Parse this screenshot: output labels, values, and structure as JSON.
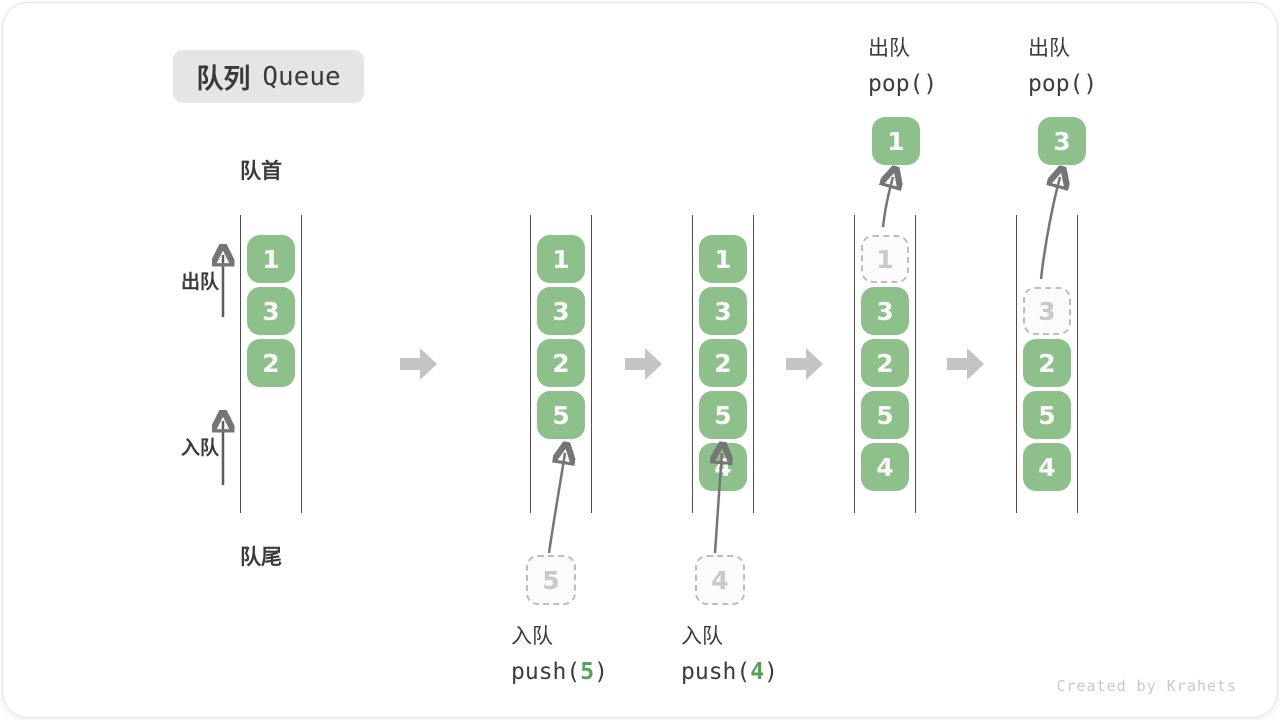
{
  "title": {
    "zh": "队列",
    "en": "Queue"
  },
  "labels": {
    "front": "队首",
    "rear": "队尾",
    "dequeue": "出队",
    "enqueue": "入队"
  },
  "operations": {
    "push5": {
      "action": "入队",
      "code_before": "push(",
      "arg": "5",
      "code_after": ")",
      "incoming_value": "5"
    },
    "push4": {
      "action": "入队",
      "code_before": "push(",
      "arg": "4",
      "code_after": ")",
      "incoming_value": "4"
    },
    "pop1": {
      "action": "出队",
      "code": "pop()",
      "popped_value": "1"
    },
    "pop3": {
      "action": "出队",
      "code": "pop()",
      "popped_value": "3"
    }
  },
  "queues": [
    {
      "name": "state-1-initial",
      "cells": [
        {
          "slot": 0,
          "value": "1",
          "style": "solid"
        },
        {
          "slot": 1,
          "value": "3",
          "style": "solid"
        },
        {
          "slot": 2,
          "value": "2",
          "style": "solid"
        }
      ]
    },
    {
      "name": "state-2-after-push5",
      "cells": [
        {
          "slot": 0,
          "value": "1",
          "style": "solid"
        },
        {
          "slot": 1,
          "value": "3",
          "style": "solid"
        },
        {
          "slot": 2,
          "value": "2",
          "style": "solid"
        },
        {
          "slot": 3,
          "value": "5",
          "style": "solid"
        }
      ]
    },
    {
      "name": "state-3-after-push4",
      "cells": [
        {
          "slot": 0,
          "value": "1",
          "style": "solid"
        },
        {
          "slot": 1,
          "value": "3",
          "style": "solid"
        },
        {
          "slot": 2,
          "value": "2",
          "style": "solid"
        },
        {
          "slot": 3,
          "value": "5",
          "style": "solid"
        },
        {
          "slot": 4,
          "value": "4",
          "style": "solid"
        }
      ]
    },
    {
      "name": "state-4-after-pop1",
      "cells": [
        {
          "slot": 0,
          "value": "1",
          "style": "dashed"
        },
        {
          "slot": 1,
          "value": "3",
          "style": "solid"
        },
        {
          "slot": 2,
          "value": "2",
          "style": "solid"
        },
        {
          "slot": 3,
          "value": "5",
          "style": "solid"
        },
        {
          "slot": 4,
          "value": "4",
          "style": "solid"
        }
      ]
    },
    {
      "name": "state-5-after-pop3",
      "cells": [
        {
          "slot": 1,
          "value": "3",
          "style": "dashed"
        },
        {
          "slot": 2,
          "value": "2",
          "style": "solid"
        },
        {
          "slot": 3,
          "value": "5",
          "style": "solid"
        },
        {
          "slot": 4,
          "value": "4",
          "style": "solid"
        }
      ]
    }
  ],
  "watermark": "Created by Krahets",
  "colors": {
    "box_green": "#8dc08b",
    "digit_green": "#56a156",
    "arrow_gray": "#c4c4c4"
  }
}
